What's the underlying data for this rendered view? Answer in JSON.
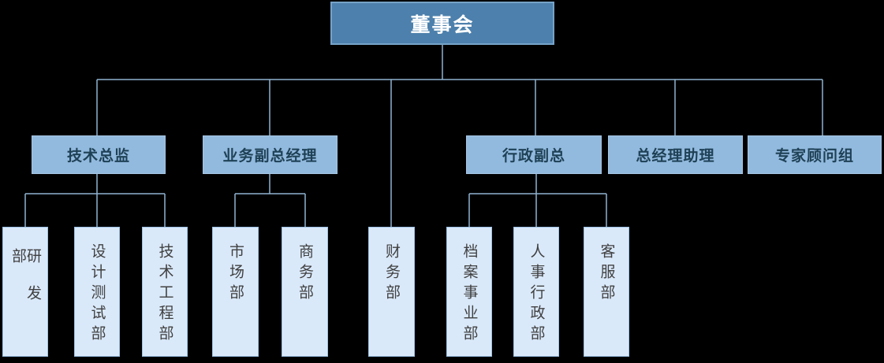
{
  "org_chart": {
    "tree": {
      "label": "董事会",
      "children": [
        {
          "label": "技术总监",
          "children": [
            {
              "label": "研发部"
            },
            {
              "label": "设计测试部"
            },
            {
              "label": "技术工程部"
            }
          ]
        },
        {
          "label": "业务副总经理",
          "children": [
            {
              "label": "市场部"
            },
            {
              "label": "商务部"
            }
          ]
        },
        {
          "label": "财务部",
          "children": []
        },
        {
          "label": "行政副总",
          "children": [
            {
              "label": "档案事业部"
            },
            {
              "label": "人事行政部"
            },
            {
              "label": "客服部"
            }
          ]
        },
        {
          "label": "总经理助理",
          "children": []
        },
        {
          "label": "专家顾问组",
          "children": []
        }
      ]
    },
    "colors": {
      "background": "#000000",
      "root_fill": "#4D80AC",
      "root_border": "#76A3C8",
      "root_text": "#FFFFFF",
      "branch_fill": "#92BADE",
      "branch_border": "#A6C6E3",
      "branch_text": "#1F4156",
      "leaf_fill": "#DAE9FA",
      "leaf_border": "#9DC3E6",
      "leaf_text": "#404040",
      "connector": "#8FB2D1"
    }
  }
}
